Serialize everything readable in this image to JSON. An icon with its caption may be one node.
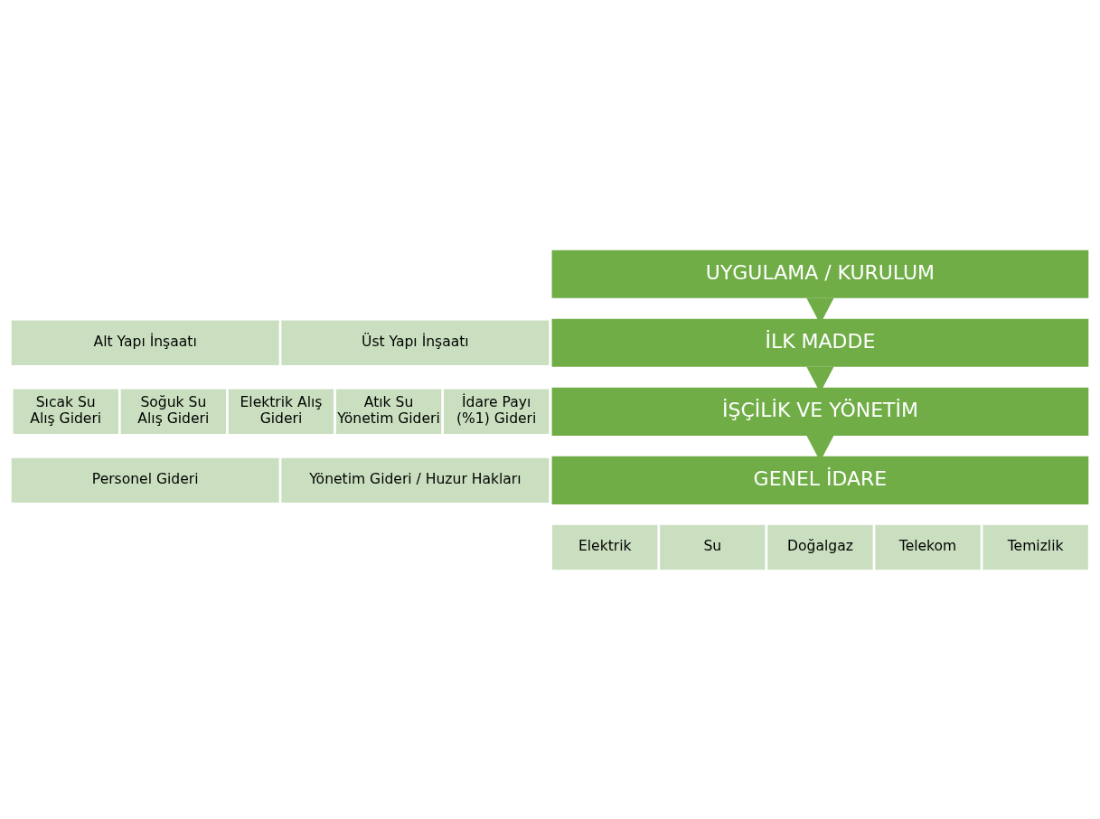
{
  "diagram": {
    "nodes": [
      {
        "text": [
          "UYGULAMA / KURULUM"
        ]
      },
      {
        "text": [
          "Alt Yapı İnşaatı"
        ]
      },
      {
        "text": [
          "Üst Yapı İnşaatı"
        ]
      },
      {
        "text": [
          "İLK MADDE"
        ]
      },
      {
        "text": [
          "Sıcak Su Alış Gideri"
        ]
      },
      {
        "text": [
          "Soğuk Su Alış Gideri"
        ]
      },
      {
        "text": [
          "Elektrik Alış Gideri"
        ]
      },
      {
        "text": [
          "Atık Su Yönetim Gideri"
        ]
      },
      {
        "text": [
          "İdare Payı (%1) Gideri"
        ]
      },
      {
        "text": [
          "İŞÇİLİK VE YÖNETİM"
        ]
      },
      {
        "text": [
          "Personel Gideri"
        ]
      },
      {
        "text": [
          "Yönetim Gideri / Huzur Hakları"
        ]
      },
      {
        "text": [
          "GENEL İDARE"
        ]
      },
      {
        "text": [
          "Elektrik"
        ]
      },
      {
        "text": [
          "Su"
        ]
      },
      {
        "text": [
          "Doğalgaz"
        ]
      },
      {
        "text": [
          "Telekom"
        ]
      },
      {
        "text": [
          "Temizlik"
        ]
      }
    ],
    "edges": [
      {
        "from": 0,
        "to": 3,
        "arrow": "to"
      },
      {
        "from": 3,
        "to": 9,
        "arrow": "to"
      },
      {
        "from": 9,
        "to": 12,
        "arrow": "to"
      }
    ]
  }
}
